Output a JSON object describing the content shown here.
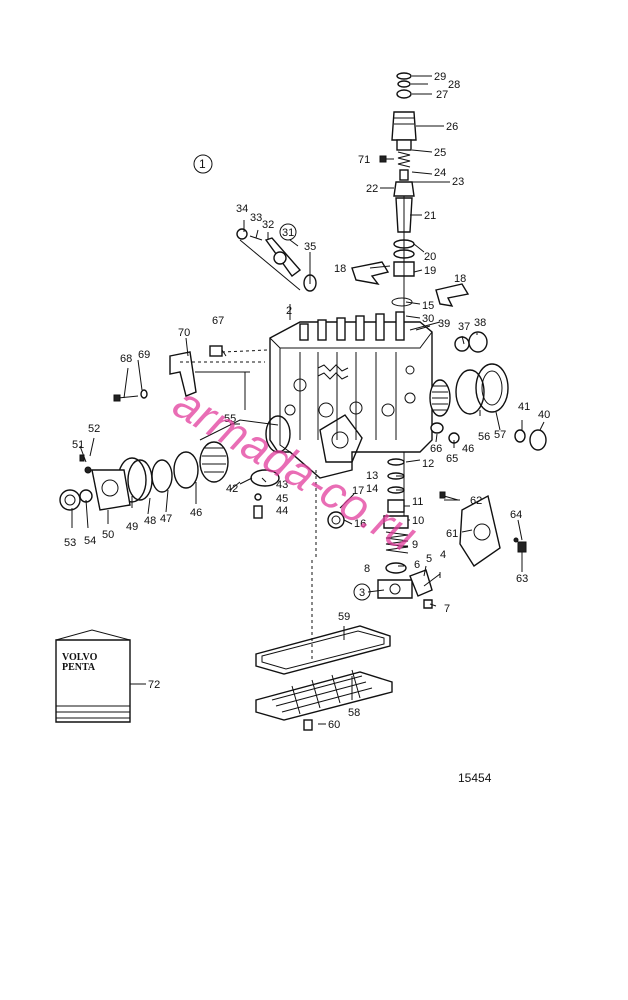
{
  "group_number": "1",
  "drawing_number": "15454",
  "watermark": "armada-co.ru",
  "manual": {
    "brand_line1": "VOLVO",
    "brand_line2": "PENTA"
  },
  "callouts": {
    "c2": "2",
    "c3": "3",
    "c4": "4",
    "c5": "5",
    "c6": "6",
    "c7": "7",
    "c8": "8",
    "c9": "9",
    "c10": "10",
    "c11": "11",
    "c12": "12",
    "c13": "13",
    "c14": "14",
    "c15": "15",
    "c16": "16",
    "c17": "17",
    "c18a": "18",
    "c18b": "18",
    "c19": "19",
    "c20": "20",
    "c21": "21",
    "c22": "22",
    "c23": "23",
    "c24": "24",
    "c25": "25",
    "c26": "26",
    "c27": "27",
    "c28": "28",
    "c29": "29",
    "c30": "30",
    "c31": "31",
    "c32": "32",
    "c33": "33",
    "c34": "34",
    "c35": "35",
    "c37": "37",
    "c38": "38",
    "c39": "39",
    "c40": "40",
    "c41": "41",
    "c42": "42",
    "c43": "43",
    "c44": "44",
    "c45": "45",
    "c46a": "46",
    "c46b": "46",
    "c47": "47",
    "c48": "48",
    "c49": "49",
    "c50": "50",
    "c51": "51",
    "c52": "52",
    "c53": "53",
    "c54": "54",
    "c55": "55",
    "c56": "56",
    "c57": "57",
    "c58": "58",
    "c59": "59",
    "c60": "60",
    "c61": "61",
    "c62": "62",
    "c63": "63",
    "c64": "64",
    "c65": "65",
    "c66": "66",
    "c67": "67",
    "c68": "68",
    "c69": "69",
    "c70": "70",
    "c71": "71",
    "c72": "72"
  },
  "colors": {
    "ink": "#111111",
    "paper": "#ffffff",
    "watermark": "#e23c9c"
  }
}
